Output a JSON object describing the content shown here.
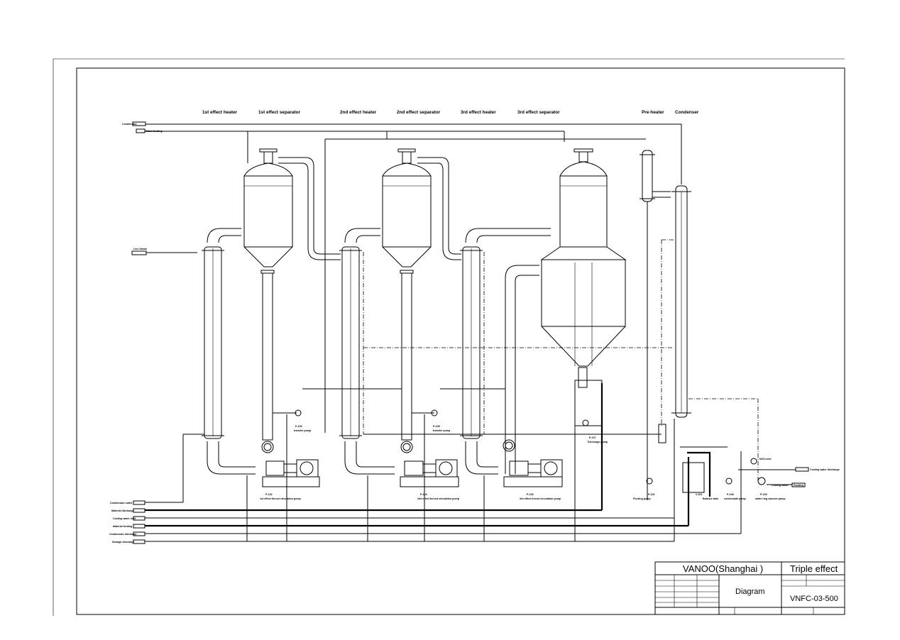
{
  "headers": {
    "h1": "1st effect heater",
    "h2": "1st effect separator",
    "h3": "2nd effect heater",
    "h4": "2nd effect separator",
    "h5": "3rd effect heater",
    "h6": "3rd effect separator",
    "h7": "Pre-heater",
    "h8": "Condenser"
  },
  "pumps": {
    "p102": {
      "tag": "P-102",
      "name": "1st effect forced circulation pump"
    },
    "p103": {
      "tag": "P-103",
      "name": "transfer pump"
    },
    "p104": {
      "tag": "P-104",
      "name": "2nd effect forced circulation pump"
    },
    "p105": {
      "tag": "P-105",
      "name": "transfer pump"
    },
    "p106": {
      "tag": "P-106",
      "name": "3rd effect forced circulation pump"
    },
    "p107": {
      "tag": "P-107",
      "name": "Discharge pump"
    },
    "p101": {
      "tag": "P-101",
      "name": "Feeding pump"
    },
    "v101": {
      "tag": "V-101",
      "name": "Balance tank"
    },
    "p108": {
      "tag": "P-108",
      "name": "condensate pump"
    },
    "p109": {
      "tag": "P-109",
      "name": "water ring vacuum pump"
    }
  },
  "right_labels": {
    "vent": "NCG-vent",
    "cooling_discharge": "Cooling water discharge",
    "cooling_water": "Cooling-water",
    "feeding": "Feeding"
  },
  "left_lines": [
    "Condensate outlet",
    "Material discharge",
    "Cooling water inlet",
    "Material feeding",
    "Condensate discharge",
    "Sewage discharge"
  ],
  "top_left_lines": [
    "Condensate",
    "Water feeding"
  ],
  "steam_inlet": "Live Steam",
  "title_block": {
    "company": "VANOO(Shanghai )",
    "project": "Triple effect",
    "drawing_title": "Diagram",
    "drawing_no": "VNFC-03-500"
  }
}
